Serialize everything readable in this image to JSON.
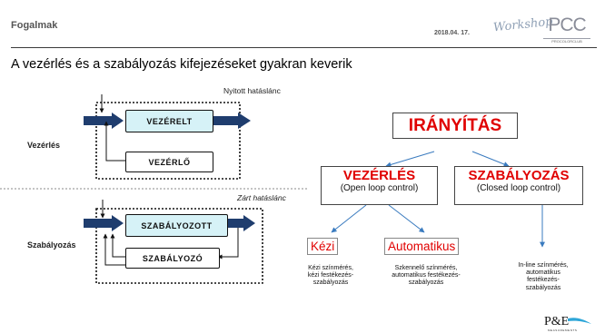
{
  "header": {
    "title": "Fogalmak",
    "date": "2018.04. 17.",
    "signature": "Workshop",
    "logo_main": "PCC",
    "logo_sub": "PROCOLORCLUB"
  },
  "subtitle": "A vezérlés és a szabályozás kifejezéseket gyakran keverik",
  "diagram": {
    "open": {
      "label": "Nyitott hatáslánc",
      "row_label": "Vezérlés",
      "box_top": "VEZÉRELT",
      "box_bottom": "VEZÉRLŐ"
    },
    "closed": {
      "label": "Zárt hatáslánc",
      "row_label": "Szabályozás",
      "box_top": "SZABÁLYOZOTT",
      "box_bottom": "SZABÁLYOZÓ"
    }
  },
  "tree": {
    "root": "IRÁNYÍTÁS",
    "left": {
      "title": "VEZÉRLÉS",
      "subtitle": "(Open loop control)"
    },
    "right": {
      "title": "SZABÁLYOZÁS",
      "subtitle": "(Closed loop control)"
    },
    "leaf_manual": {
      "title": "Kézi",
      "desc": [
        "Kézi színmérés,",
        "kézi festékezés-",
        "szabályozás"
      ]
    },
    "leaf_auto": {
      "title": "Automatikus",
      "desc": [
        "Szkennelő színmérés,",
        "automatikus festékezés-",
        "szabályozás"
      ]
    },
    "leaf_inline": {
      "desc": [
        "In-line színmérés,",
        "automatikus",
        "festékezés-",
        "szabályozás"
      ]
    }
  },
  "footer": {
    "logo_text": "P&E",
    "logo_sub": "MEASUREMENTS"
  },
  "colors": {
    "accent_red": "#e00000",
    "arrow_blue": "#3a7bbf",
    "flow_navy": "#1f3d6e",
    "box_cyan": "#d6f2f7"
  }
}
